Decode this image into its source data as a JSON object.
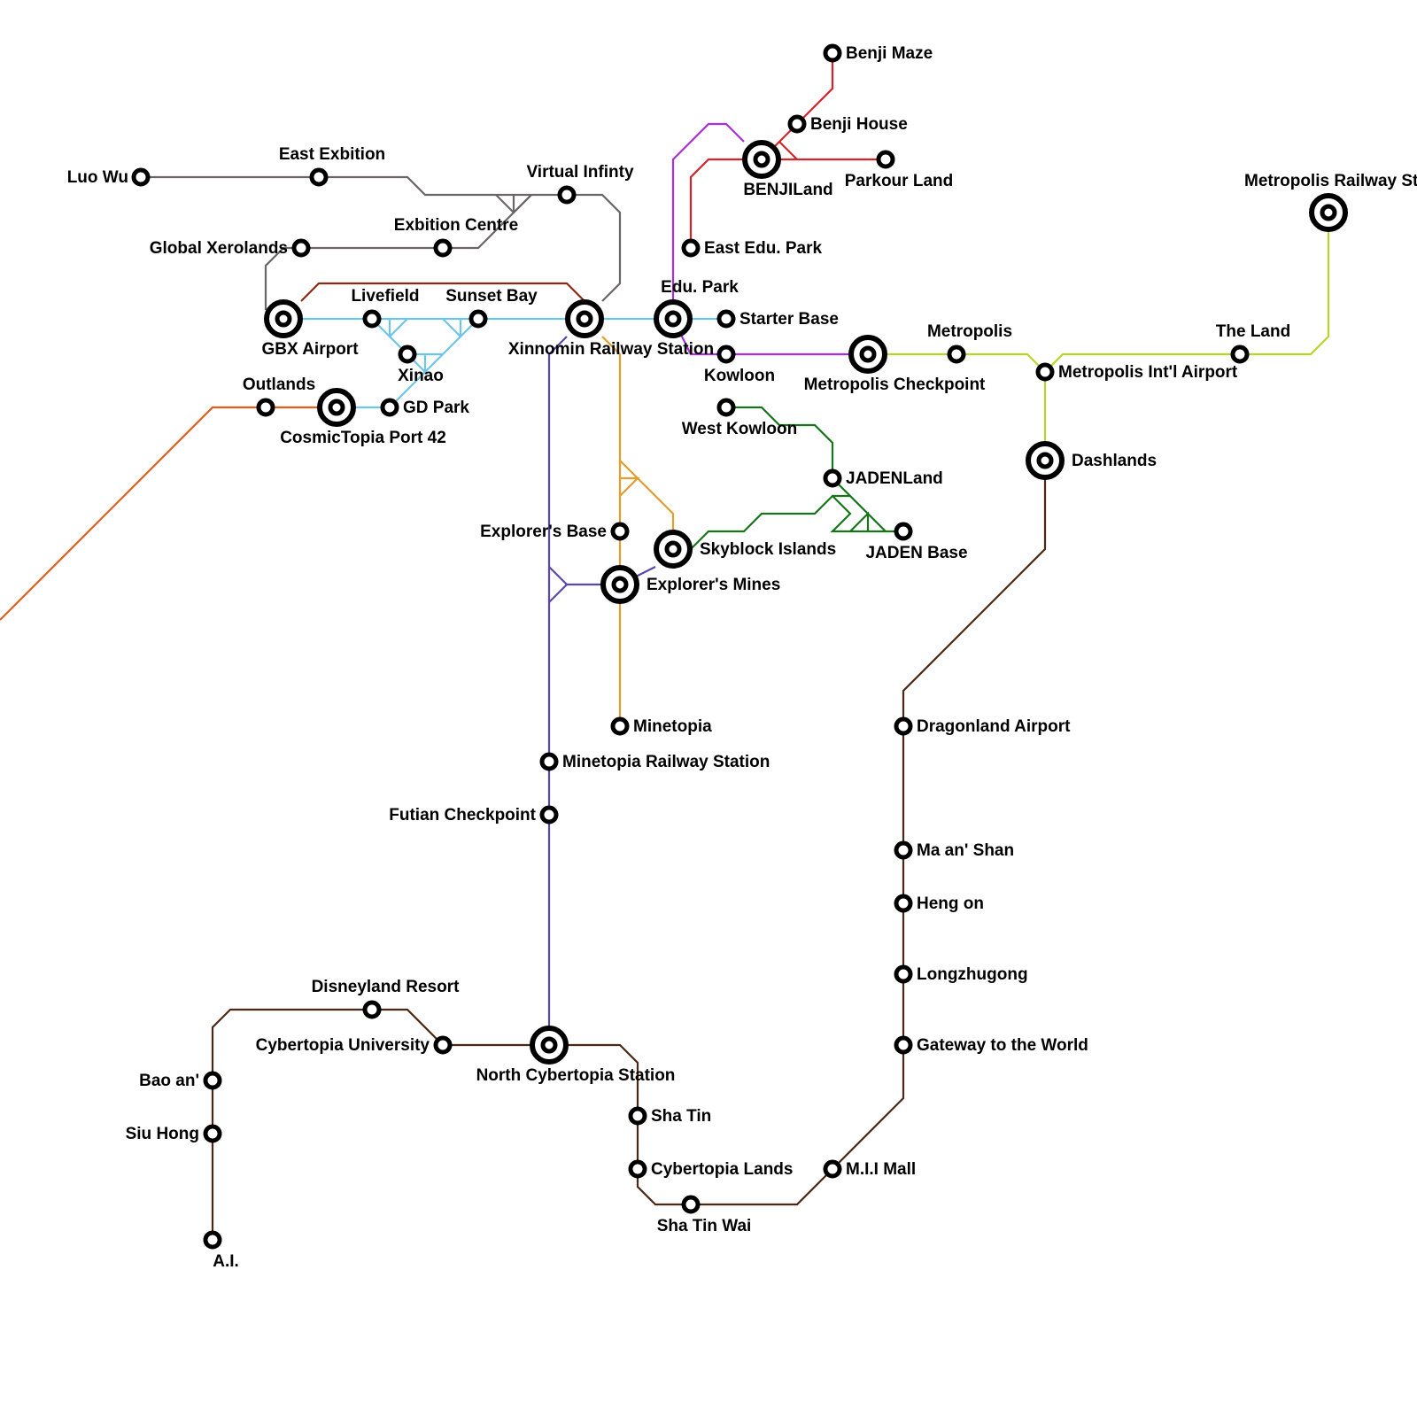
{
  "map": {
    "lines": [
      {
        "id": "grey",
        "name": "Grey Line",
        "color": "#6b6566"
      },
      {
        "id": "lightblue",
        "name": "Light Blue Line",
        "color": "#6cc5ea"
      },
      {
        "id": "redbrown",
        "name": "Red-Brown Line",
        "color": "#8b2a14"
      },
      {
        "id": "orange",
        "name": "Orange Line",
        "color": "#e35d1e"
      },
      {
        "id": "red",
        "name": "Red Line",
        "color": "#d3242a"
      },
      {
        "id": "purple",
        "name": "Purple Line",
        "color": "#a62fe0"
      },
      {
        "id": "lime",
        "name": "Lime Line",
        "color": "#b6d62a"
      },
      {
        "id": "green",
        "name": "Green Line",
        "color": "#16751b"
      },
      {
        "id": "amber",
        "name": "Amber Line",
        "color": "#e59e2c"
      },
      {
        "id": "indigo",
        "name": "Indigo Line",
        "color": "#5c46a8"
      },
      {
        "id": "brown",
        "name": "Brown Line",
        "color": "#4a2816"
      }
    ],
    "stations": {
      "luo_wu": "Luo Wu",
      "east_exbition": "East Exbition",
      "virtual_infinty": "Virtual Infinty",
      "exbition_centre": "Exbition Centre",
      "global_xerolands": "Global Xerolands",
      "gbx_airport": "GBX Airport",
      "livefield": "Livefield",
      "sunset_bay": "Sunset Bay",
      "xinao": "Xinao",
      "xinnomin": "Xinnomin Railway Station",
      "edu_park": "Edu. Park",
      "starter_base": "Starter Base",
      "kowloon": "Kowloon",
      "outlands": "Outlands",
      "cosmictopia": "CosmicTopia Port 42",
      "gd_park": "GD Park",
      "benji_maze": "Benji Maze",
      "benji_house": "Benji House",
      "benjiland": "BENJILand",
      "parkour_land": "Parkour Land",
      "east_edu_park": "East Edu. Park",
      "metropolis_checkpoint": "Metropolis Checkpoint",
      "metropolis": "Metropolis",
      "metropolis_intl": "Metropolis Int'l Airport",
      "the_land": "The Land",
      "metropolis_railway": "Metropolis Railway Station",
      "dashlands": "Dashlands",
      "west_kowloon": "West Kowloon",
      "jadenland": "JADENLand",
      "jaden_base": "JADEN Base",
      "skyblock": "Skyblock Islands",
      "explorers_base": "Explorer's Base",
      "explorers_mines": "Explorer's Mines",
      "minetopia": "Minetopia",
      "minetopia_railway": "Minetopia Railway Station",
      "futian": "Futian Checkpoint",
      "disneyland": "Disneyland Resort",
      "cybertopia_univ": "Cybertopia University",
      "north_cybertopia": "North Cybertopia Station",
      "bao_an": "Bao an'",
      "siu_hong": "Siu Hong",
      "ai": "A.I.",
      "sha_tin": "Sha Tin",
      "cybertopia_lands": "Cybertopia Lands",
      "sha_tin_wai": "Sha Tin Wai",
      "mii_mall": "M.I.I Mall",
      "gateway": "Gateway to the World",
      "longzhugong": "Longzhugong",
      "heng_on": "Heng on",
      "ma_an_shan": "Ma an' Shan",
      "dragonland": "Dragonland Airport"
    }
  }
}
